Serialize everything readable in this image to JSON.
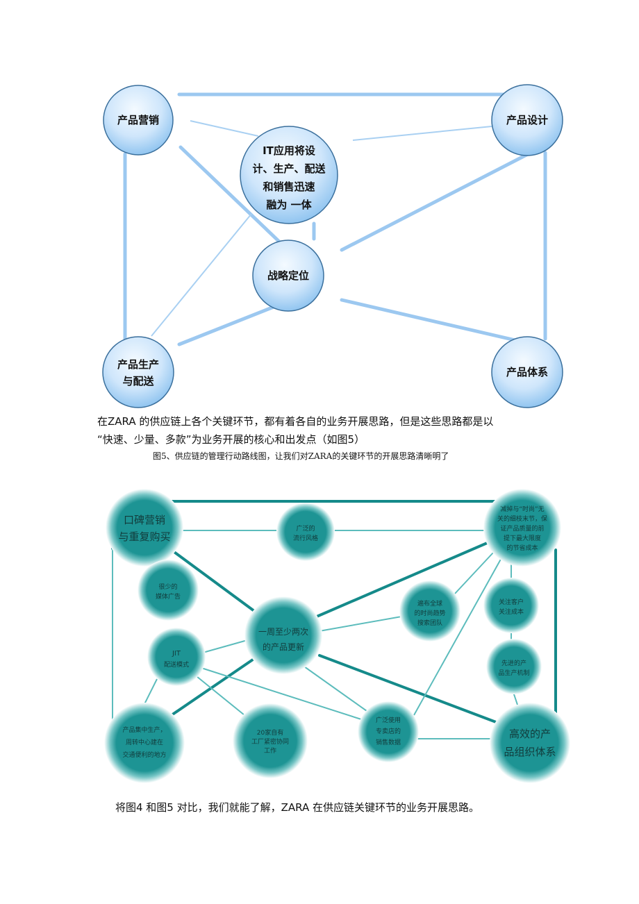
{
  "colors": {
    "line_blue": "#9cc8f0",
    "line_blue_thin": "#a9d0f2",
    "circle_blue_light": "#eef7ff",
    "circle_blue_dark": "#8cc4ee",
    "circle_stroke": "#3a6f9c",
    "teal_line": "#158a8a",
    "teal_line_thin": "#5cbcbc",
    "teal_circle": "#1d9494",
    "teal_bg": "#ffffff"
  },
  "figure4": {
    "nodes": {
      "marketing": "产品营销",
      "design": "产品设计",
      "it": [
        "IT应用将设",
        "计、生产、配送",
        "和销售迅速",
        "融为 一体"
      ],
      "strategy": "战略定位",
      "production": [
        "产品生产",
        "与配送"
      ],
      "system": "产品体系"
    }
  },
  "paragraph1": {
    "line1": "在ZARA 的供应链上各个关键环节，都有着各自的业务开展思路，但是这些思路都是以",
    "line2": "“快速、少量、多款”为业务开展的核心和出发点（如图5）"
  },
  "caption5": "图5、供应链的管理行动路线图，让我们对ZARA的关键环节的开展思路清晰明了",
  "figure5": {
    "nodes": {
      "word_of_mouth": [
        "口碑营销",
        "与重复购买"
      ],
      "popular_style": [
        "广泛的",
        "流行风格"
      ],
      "detail": [
        "减掉与“时尚”无",
        "关的细枝末节，保",
        "证产品质量的前",
        "提下最大限度",
        "的节省成本"
      ],
      "few_ads": [
        "很少的",
        "媒体广告"
      ],
      "global_team": [
        "遍布全球",
        "的时尚趋势",
        "搜索团队"
      ],
      "focus_cost": [
        "关注客户",
        "关注成本"
      ],
      "weekly_update": [
        "一周至少两次",
        "的产品更新"
      ],
      "jit": [
        "JIT",
        "配送模式"
      ],
      "advanced_mech": [
        "先进的产",
        "品生产机制"
      ],
      "central_production": [
        "产品集中生产，",
        "周转中心建在",
        "交通便利的地方"
      ],
      "factories": [
        "20家自有",
        "工厂紧密协同",
        "工作"
      ],
      "store_data": [
        "广泛使用",
        "专卖店的",
        "销售数据"
      ],
      "efficient_org": [
        "高效的产",
        "品组织体系"
      ]
    }
  },
  "paragraph2": "将图4 和图5 对比，我们就能了解，ZARA 在供应链关键环节的业务开展思路。"
}
